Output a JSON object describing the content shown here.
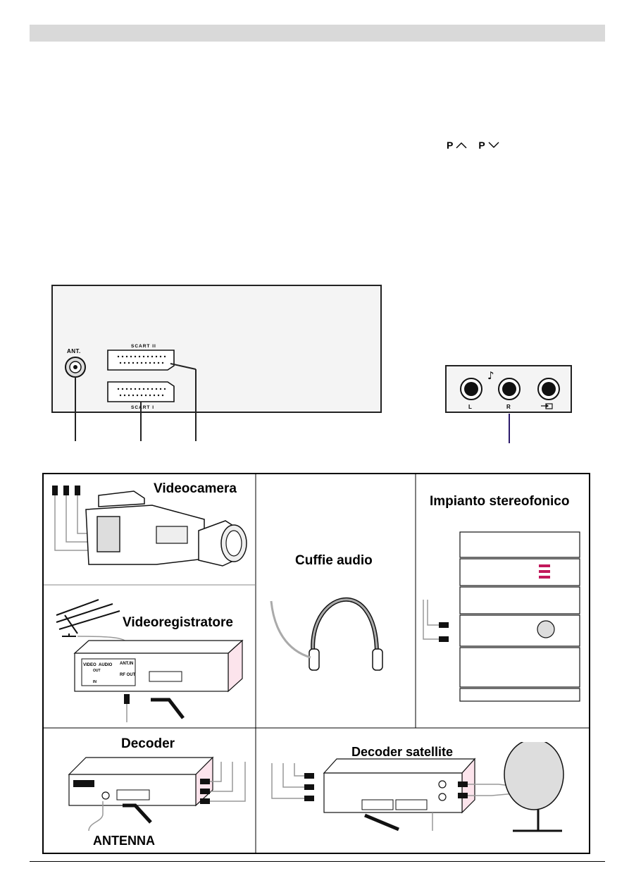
{
  "header": {
    "bar_color": "#d9d9d9"
  },
  "program_keys": {
    "up": "P",
    "down": "P"
  },
  "rear_panel": {
    "antenna_label": "ANT.",
    "scart2_label": "SCART  II",
    "scart1_label": "SCART  I"
  },
  "audio_panel": {
    "left_label": "L",
    "right_label": "R",
    "line_color": "#2b1a6b"
  },
  "devices": {
    "videocamera": "Videocamera",
    "cuffie": "Cuffie audio",
    "stereo": "Impianto stereofonico",
    "videoregistratore": "Videoregistratore",
    "decoder": "Decoder",
    "decoder_satellite": "Decoder satellite",
    "antenna": "ANTENNA"
  },
  "vcr_labels": {
    "video": "VIDEO",
    "audio": "AUDIO",
    "out": "OUT",
    "in": "IN",
    "ant_in": "ANT.IN",
    "rf_out": "RF OUT"
  }
}
